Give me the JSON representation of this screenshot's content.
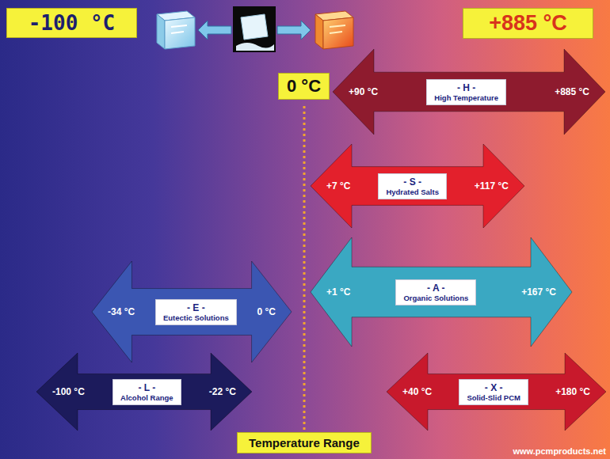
{
  "diagram": {
    "nodes": [
      {
        "text": [
          "-100 °C"
        ]
      },
      {
        "text": [
          "+885 °C"
        ]
      },
      {
        "text": [
          "0 °C"
        ]
      },
      {
        "text": [
          "+90 °C",
          "+885 °C"
        ]
      },
      {
        "text": [
          "- H -",
          "High Temperature"
        ],
        "in": 3
      },
      {
        "text": [
          "+7 °C",
          "+117 °C"
        ]
      },
      {
        "text": [
          "- S -",
          "Hydrated Salts"
        ],
        "in": 5
      },
      {
        "text": [
          "+1 °C",
          "+167 °C"
        ]
      },
      {
        "text": [
          "- A -",
          "Organic Solutions"
        ],
        "in": 7
      },
      {
        "text": [
          "-34 °C",
          "0 °C"
        ]
      },
      {
        "text": [
          "- E -",
          "Eutectic Solutions"
        ],
        "in": 9
      },
      {
        "text": [
          "-100 °C",
          "-22 °C"
        ]
      },
      {
        "text": [
          "- L -",
          "Alcohol Range"
        ],
        "in": 11
      },
      {
        "text": [
          "+40 °C",
          "+180 °C"
        ]
      },
      {
        "text": [
          "- X -",
          "Solid-Slid PCM"
        ],
        "in": 13
      },
      {
        "text": [
          "Temperature Range"
        ]
      }
    ],
    "labels": [
      "www.pcmproducts.net"
    ]
  }
}
